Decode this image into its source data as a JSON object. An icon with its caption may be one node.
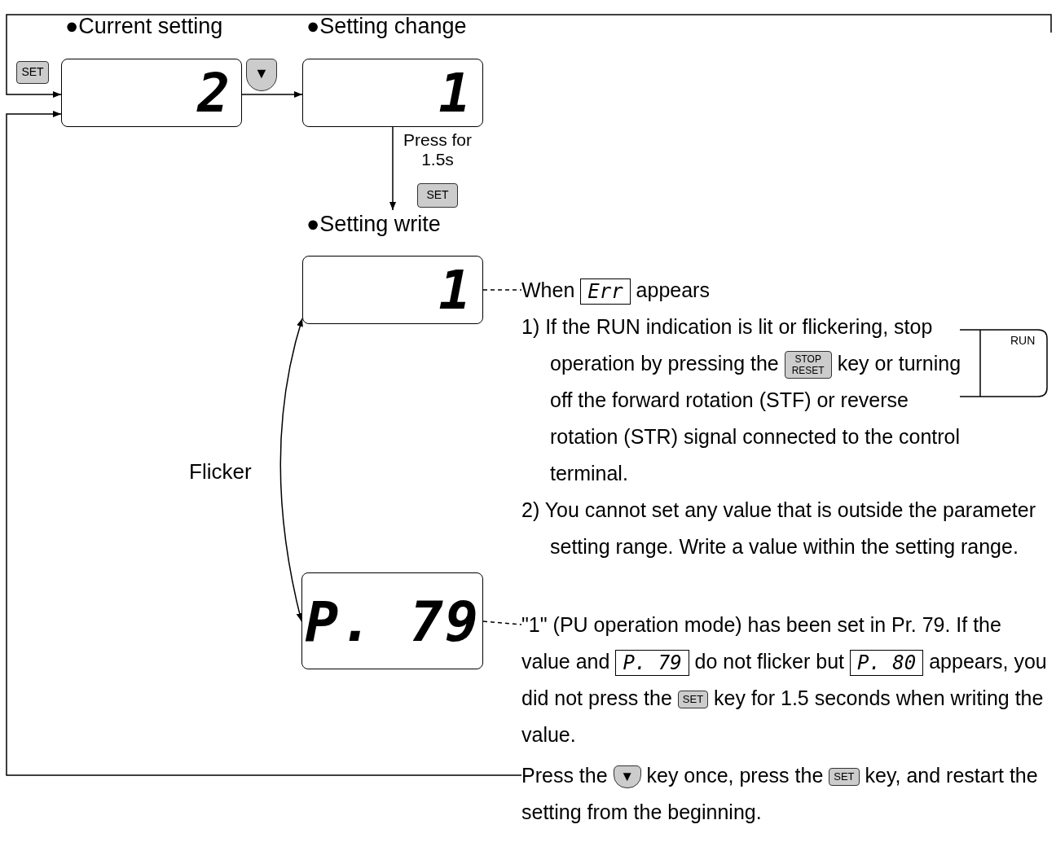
{
  "diagram": {
    "nodes": [
      {
        "text": [
          "●Current setting",
          "2"
        ]
      },
      {
        "text": [
          "●Setting change",
          "1"
        ]
      },
      {
        "text": [
          "●Setting write",
          "1"
        ]
      },
      {
        "text": [
          "P. 79"
        ]
      },
      {
        "text": [
          "When",
          "Err",
          "appears",
          "1) If the RUN indication is lit or flickering, stop operation by pressing the",
          "STOP RESET",
          "key or turning off the forward rotation (STF) or reverse rotation (STR) signal connected to the control terminal.",
          "2) You cannot set any value that is outside the parameter setting range. Write a value within the setting range."
        ]
      },
      {
        "text": [
          "\"1\" (PU operation mode) has been set in Pr. 79. If the value and",
          "P. 79",
          "do not flicker but",
          "P. 80",
          "appears, you did not press the",
          "SET",
          "key for 1.5 seconds when writing the value."
        ]
      },
      {
        "text": [
          "Press the",
          "▼",
          "key once, press the",
          "SET",
          "key, and restart the setting from the beginning."
        ]
      }
    ],
    "edges": [
      {
        "from": null,
        "to": 0,
        "arrow": "to"
      },
      {
        "from": 0,
        "to": 1,
        "arrow": "to"
      },
      {
        "from": 1,
        "to": 2,
        "arrow": "to",
        "label": "Press for 1.5s"
      },
      {
        "from": 2,
        "to": 3,
        "arrow": "both",
        "label": "Flicker"
      },
      {
        "from": 2,
        "to": 4,
        "arrow": "none",
        "style": "dashed"
      },
      {
        "from": 3,
        "to": 5,
        "arrow": "none",
        "style": "dashed"
      },
      {
        "from": 6,
        "to": 0,
        "arrow": "to"
      }
    ],
    "labels": [
      "SET",
      "▼",
      "SET",
      "RUN"
    ]
  }
}
